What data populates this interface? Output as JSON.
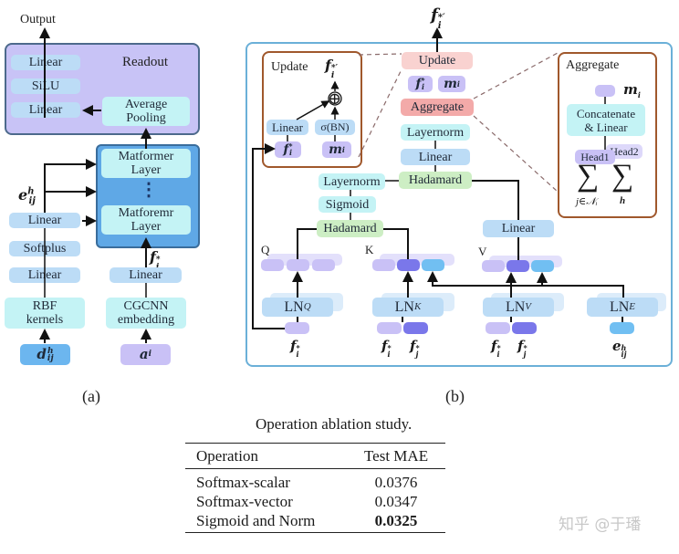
{
  "panel_a": {
    "caption": "(a)",
    "output_label": "Output",
    "readout": {
      "title": "Readout",
      "linear_top": "Linear",
      "silu": "SiLU",
      "linear_bottom": "Linear",
      "average_pooling": "Average Pooling"
    },
    "matformer_top": "Matformer Layer",
    "matformer_ellipsis": "⋮",
    "matformer_bottom": "Matforemr Layer",
    "edge_branch": {
      "edge_symbol": "e",
      "edge_sup": "h",
      "edge_sub": "ij",
      "linear_top": "Linear",
      "softplus": "Softplus",
      "linear_bottom": "Linear",
      "rbf": "RBF kernels",
      "input_symbol": "d",
      "input_sup": "h",
      "input_sub": "ij"
    },
    "node_branch": {
      "feature_symbol": "f",
      "feature_sup": "*",
      "feature_sub": "i",
      "linear": "Linear",
      "embedding": "CGCNN embedding",
      "input_symbol": "a",
      "input_sub": "i"
    }
  },
  "panel_b": {
    "caption": "(b)",
    "output_symbol": "f",
    "output_sup": "*′",
    "output_sub": "i",
    "center": {
      "update": "Update",
      "f_label": "f",
      "f_sup": "*",
      "f_sub": "i",
      "m_label": "m",
      "m_sub": "i",
      "aggregate": "Aggregate",
      "layernorm": "Layernorm",
      "linear": "Linear",
      "hadamard_top": "Hadamard",
      "layernorm_left": "Layernorm",
      "sigmoid": "Sigmoid",
      "hadamard_bottom": "Hadamard",
      "linear_v": "Linear"
    },
    "update_inset": {
      "title": "Update",
      "out_symbol": "f",
      "out_sup": "*′",
      "out_sub": "i",
      "oplus": "⊕",
      "linear": "Linear",
      "sigma_bn": "σ(BN)",
      "f_symbol": "f",
      "f_sup": "*",
      "f_sub": "i",
      "m_symbol": "m",
      "m_sub": "i"
    },
    "aggregate_inset": {
      "title": "Aggregate",
      "m_symbol": "m",
      "m_sub": "i",
      "concat": "Concatenate & Linear",
      "head1": "Head1",
      "head2": "Head2",
      "sum1_sub": "j∈𝒩ᵢ",
      "sum2_sub": "h",
      "sigma": "∑"
    },
    "attention": {
      "q_label": "Q",
      "k_label": "K",
      "v_label": "V",
      "ln_q": "LN",
      "ln_q_sub": "Q",
      "ln_k": "LN",
      "ln_k_sub": "K",
      "ln_v": "LN",
      "ln_v_sub": "V",
      "ln_e": "LN",
      "ln_e_sub": "E",
      "fi": "f",
      "fi_sup": "*",
      "fi_sub": "i",
      "fj": "f",
      "fj_sup": "*",
      "fj_sub": "j",
      "e": "e",
      "e_sup": "h",
      "e_sub": "ij"
    }
  },
  "table": {
    "title": "Operation ablation study.",
    "headers": [
      "Operation",
      "Test MAE"
    ],
    "rows": [
      {
        "operation": "Softmax-scalar",
        "mae": "0.0376",
        "bold": false
      },
      {
        "operation": "Softmax-vector",
        "mae": "0.0347",
        "bold": false
      },
      {
        "operation": "Sigmoid and Norm",
        "mae": "0.0325",
        "bold": true
      }
    ]
  },
  "watermark": "知乎 @于璠",
  "colors": {
    "readout_bg": "#c8c3f6",
    "matformer_bg": "#5fa8e6",
    "panel_b_border": "#6bb0d8",
    "inset_border": "#a0582c"
  }
}
